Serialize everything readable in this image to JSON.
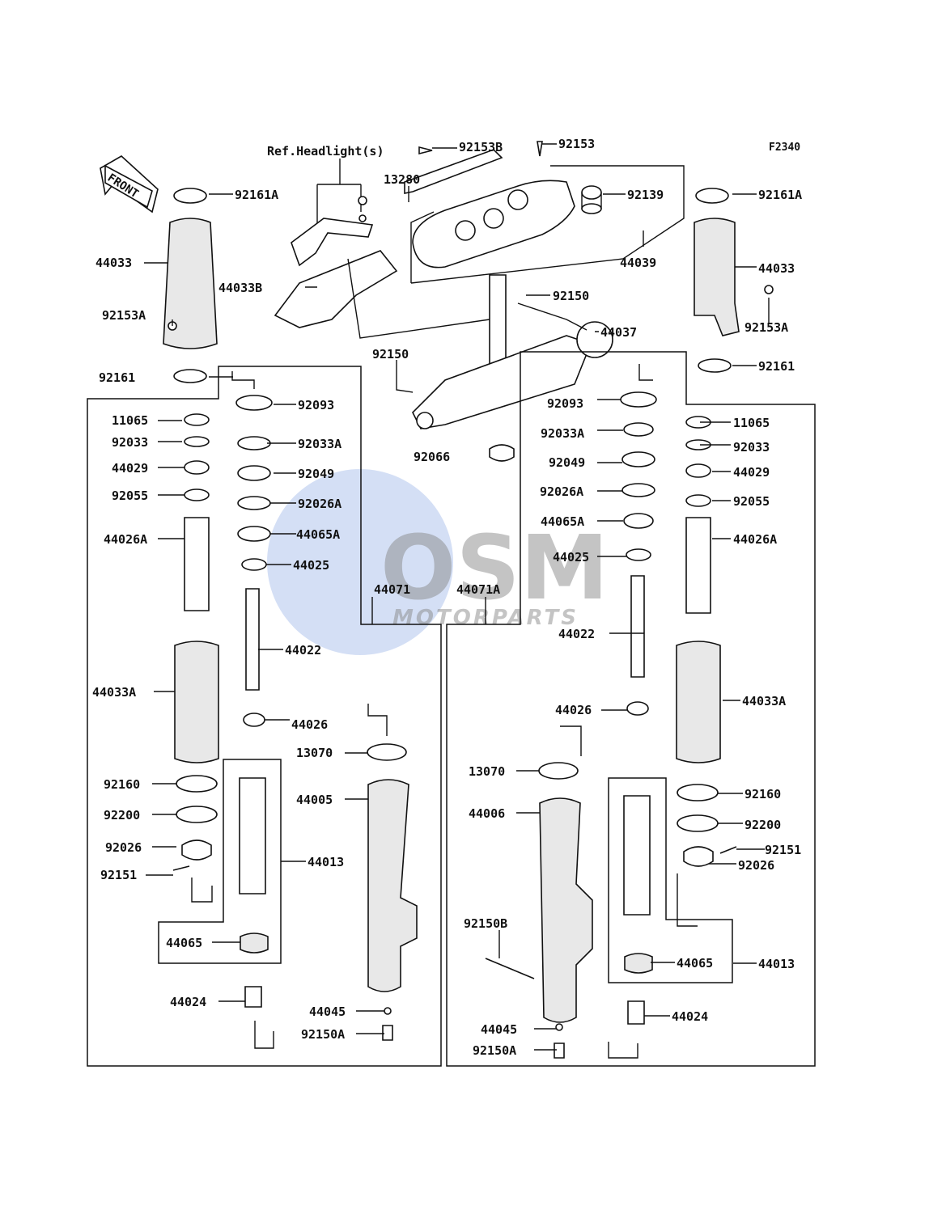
{
  "figure_code": "F2340",
  "front_label": "FRONT",
  "ref_note": "Ref.Headlight(s)",
  "watermark": {
    "brand": "OSM",
    "tagline": "MOTORPARTS"
  },
  "labels": {
    "l92153B": "92153B",
    "l92153": "92153",
    "l13280": "13280",
    "l92139": "92139",
    "l44039": "44039",
    "l92161A_l": "92161A",
    "l92161A_r": "92161A",
    "l44033_l": "44033",
    "l44033_r": "44033",
    "l44033B": "44033B",
    "l92150_a": "92150",
    "l44037": "44037",
    "l92153A_l": "92153A",
    "l92153A_r": "92153A",
    "l92161_l": "92161",
    "l92161_r": "92161",
    "l92150_b": "92150",
    "l92093_l": "92093",
    "l92093_r": "92093",
    "l11065_l": "11065",
    "l11065_r": "11065",
    "l92033_l": "92033",
    "l92033_r": "92033",
    "l92033A_l": "92033A",
    "l92033A_r": "92033A",
    "l44029_l": "44029",
    "l44029_r": "44029",
    "l92049_l": "92049",
    "l92049_r": "92049",
    "l92066": "92066",
    "l92055_l": "92055",
    "l92055_r": "92055",
    "l92026A_l": "92026A",
    "l92026A_r": "92026A",
    "l44065A_l": "44065A",
    "l44065A_r": "44065A",
    "l44026A_l": "44026A",
    "l44026A_r": "44026A",
    "l44025_l": "44025",
    "l44025_r": "44025",
    "l44071": "44071",
    "l44071A": "44071A",
    "l44022_l": "44022",
    "l44022_r": "44022",
    "l44033A_l": "44033A",
    "l44033A_r": "44033A",
    "l44026_l": "44026",
    "l44026_r": "44026",
    "l13070_l": "13070",
    "l13070_r": "13070",
    "l44005": "44005",
    "l44006": "44006",
    "l92160_l": "92160",
    "l92160_r": "92160",
    "l92200_l": "92200",
    "l92200_r": "92200",
    "l92026_l": "92026",
    "l92026_r": "92026",
    "l92151_l": "92151",
    "l92151_r": "92151",
    "l44013_l": "44013",
    "l44013_r": "44013",
    "l44065_l": "44065",
    "l44065_r": "44065",
    "l92150B": "92150B",
    "l44024_l": "44024",
    "l44024_r": "44024",
    "l44045_l": "44045",
    "l44045_r": "44045",
    "l92150A_l": "92150A",
    "l92150A_r": "92150A"
  }
}
